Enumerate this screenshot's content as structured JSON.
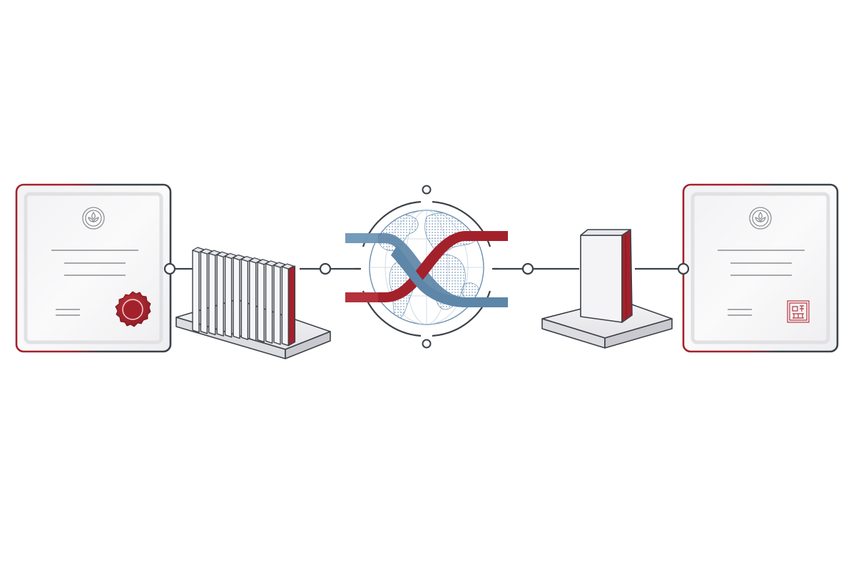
{
  "colors": {
    "background": "#ffffff",
    "line": "#3b4148",
    "accent_red": "#a3212b",
    "accent_blue": "#5d86a8",
    "paper": "#f7f7f8",
    "paper_edge": "#d9d9dc",
    "globe_dots": "#7f9fbd"
  },
  "nodes": [
    {
      "name": "certificate-left",
      "icon": "certificate-with-wax-seal-icon"
    },
    {
      "name": "volumes-shelf",
      "icon": "book-row-on-platform-icon"
    },
    {
      "name": "globe-exchange",
      "icon": "globe-with-crossing-ribbons-icon"
    },
    {
      "name": "single-volume",
      "icon": "single-book-on-platform-icon"
    },
    {
      "name": "certificate-right",
      "icon": "certificate-with-square-stamp-icon"
    }
  ],
  "connector_count": 4
}
